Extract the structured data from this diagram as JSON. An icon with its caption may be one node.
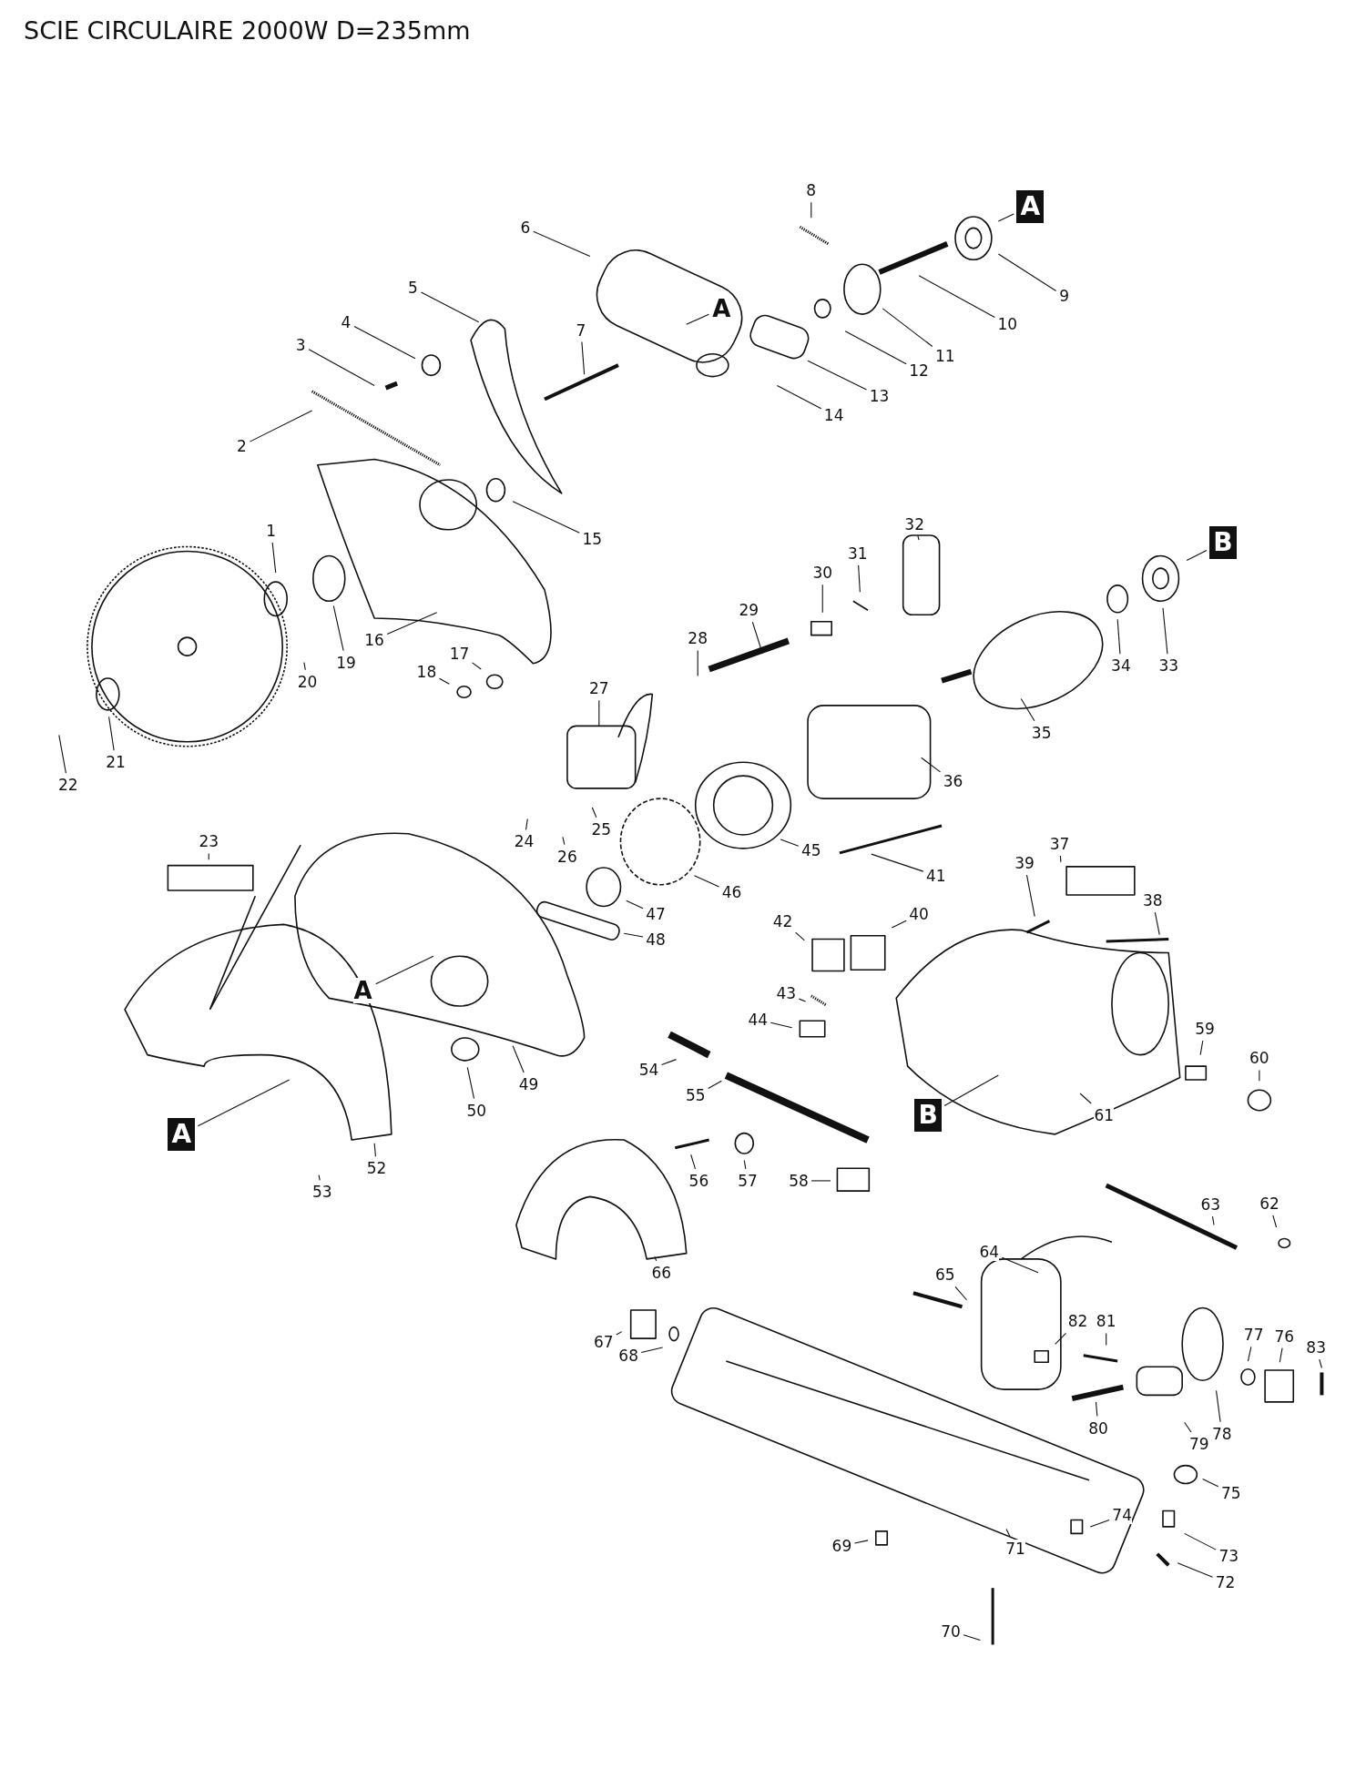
{
  "diagram": {
    "title": "SCIE CIRCULAIRE 2000W D=235mm",
    "nodes": [
      {
        "text": [
          "A"
        ]
      },
      {
        "text": [
          "B"
        ]
      },
      {
        "text": [
          "A"
        ]
      },
      {
        "text": [
          "B"
        ]
      },
      {
        "text": [
          "A"
        ]
      },
      {
        "text": [
          "A"
        ]
      },
      {
        "text": [
          "1"
        ]
      },
      {
        "text": [
          "2"
        ]
      },
      {
        "text": [
          "3"
        ]
      },
      {
        "text": [
          "4"
        ]
      },
      {
        "text": [
          "5"
        ]
      },
      {
        "text": [
          "6"
        ]
      },
      {
        "text": [
          "7"
        ]
      },
      {
        "text": [
          "8"
        ]
      },
      {
        "text": [
          "9"
        ]
      },
      {
        "text": [
          "10"
        ]
      },
      {
        "text": [
          "11"
        ]
      },
      {
        "text": [
          "12"
        ]
      },
      {
        "text": [
          "13"
        ]
      },
      {
        "text": [
          "14"
        ]
      },
      {
        "text": [
          "15"
        ]
      },
      {
        "text": [
          "16"
        ]
      },
      {
        "text": [
          "17"
        ]
      },
      {
        "text": [
          "18"
        ]
      },
      {
        "text": [
          "19"
        ]
      },
      {
        "text": [
          "20"
        ]
      },
      {
        "text": [
          "21"
        ]
      },
      {
        "text": [
          "22"
        ]
      },
      {
        "text": [
          "23"
        ]
      },
      {
        "text": [
          "24"
        ]
      },
      {
        "text": [
          "25"
        ]
      },
      {
        "text": [
          "26"
        ]
      },
      {
        "text": [
          "27"
        ]
      },
      {
        "text": [
          "28"
        ]
      },
      {
        "text": [
          "29"
        ]
      },
      {
        "text": [
          "30"
        ]
      },
      {
        "text": [
          "31"
        ]
      },
      {
        "text": [
          "32"
        ]
      },
      {
        "text": [
          "33"
        ]
      },
      {
        "text": [
          "34"
        ]
      },
      {
        "text": [
          "35"
        ]
      },
      {
        "text": [
          "36"
        ]
      },
      {
        "text": [
          "37"
        ]
      },
      {
        "text": [
          "38"
        ]
      },
      {
        "text": [
          "39"
        ]
      },
      {
        "text": [
          "40"
        ]
      },
      {
        "text": [
          "41"
        ]
      },
      {
        "text": [
          "42"
        ]
      },
      {
        "text": [
          "43"
        ]
      },
      {
        "text": [
          "44"
        ]
      },
      {
        "text": [
          "45"
        ]
      },
      {
        "text": [
          "46"
        ]
      },
      {
        "text": [
          "47"
        ]
      },
      {
        "text": [
          "48"
        ]
      },
      {
        "text": [
          "49"
        ]
      },
      {
        "text": [
          "50"
        ]
      },
      {
        "text": [
          "52"
        ]
      },
      {
        "text": [
          "53"
        ]
      },
      {
        "text": [
          "54"
        ]
      },
      {
        "text": [
          "55"
        ]
      },
      {
        "text": [
          "56"
        ]
      },
      {
        "text": [
          "57"
        ]
      },
      {
        "text": [
          "58"
        ]
      },
      {
        "text": [
          "59"
        ]
      },
      {
        "text": [
          "60"
        ]
      },
      {
        "text": [
          "61"
        ]
      },
      {
        "text": [
          "62"
        ]
      },
      {
        "text": [
          "63"
        ]
      },
      {
        "text": [
          "64"
        ]
      },
      {
        "text": [
          "65"
        ]
      },
      {
        "text": [
          "66"
        ]
      },
      {
        "text": [
          "67"
        ]
      },
      {
        "text": [
          "68"
        ]
      },
      {
        "text": [
          "69"
        ]
      },
      {
        "text": [
          "70"
        ]
      },
      {
        "text": [
          "71"
        ]
      },
      {
        "text": [
          "72"
        ]
      },
      {
        "text": [
          "73"
        ]
      },
      {
        "text": [
          "74"
        ]
      },
      {
        "text": [
          "75"
        ]
      },
      {
        "text": [
          "76"
        ]
      },
      {
        "text": [
          "77"
        ]
      },
      {
        "text": [
          "78"
        ]
      },
      {
        "text": [
          "79"
        ]
      },
      {
        "text": [
          "80"
        ]
      },
      {
        "text": [
          "81"
        ]
      },
      {
        "text": [
          "82"
        ]
      },
      {
        "text": [
          "83"
        ]
      }
    ],
    "edges": [
      {
        "from": 0,
        "to": null,
        "arrow": "none"
      },
      {
        "from": 1,
        "to": null,
        "arrow": "none"
      },
      {
        "from": 2,
        "to": null,
        "arrow": "none"
      },
      {
        "from": 3,
        "to": null,
        "arrow": "none"
      },
      {
        "from": 4,
        "to": null,
        "arrow": "none"
      },
      {
        "from": 5,
        "to": null,
        "arrow": "none"
      },
      {
        "from": 6,
        "to": null,
        "arrow": "none"
      },
      {
        "from": 7,
        "to": null,
        "arrow": "none"
      },
      {
        "from": 8,
        "to": null,
        "arrow": "none"
      },
      {
        "from": 9,
        "to": null,
        "arrow": "none"
      },
      {
        "from": 10,
        "to": null,
        "arrow": "none"
      },
      {
        "from": 11,
        "to": null,
        "arrow": "none"
      },
      {
        "from": 12,
        "to": null,
        "arrow": "none"
      },
      {
        "from": 13,
        "to": null,
        "arrow": "none"
      },
      {
        "from": 14,
        "to": null,
        "arrow": "none"
      },
      {
        "from": 15,
        "to": null,
        "arrow": "none"
      },
      {
        "from": 16,
        "to": null,
        "arrow": "none"
      },
      {
        "from": 17,
        "to": null,
        "arrow": "none"
      },
      {
        "from": 18,
        "to": null,
        "arrow": "none"
      },
      {
        "from": 19,
        "to": null,
        "arrow": "none"
      },
      {
        "from": 20,
        "to": null,
        "arrow": "none"
      },
      {
        "from": 21,
        "to": null,
        "arrow": "none"
      },
      {
        "from": 22,
        "to": null,
        "arrow": "none"
      },
      {
        "from": 23,
        "to": null,
        "arrow": "none"
      },
      {
        "from": 24,
        "to": null,
        "arrow": "none"
      },
      {
        "from": 25,
        "to": null,
        "arrow": "none"
      },
      {
        "from": 26,
        "to": null,
        "arrow": "none"
      },
      {
        "from": 27,
        "to": null,
        "arrow": "none"
      },
      {
        "from": 28,
        "to": null,
        "arrow": "none"
      },
      {
        "from": 29,
        "to": null,
        "arrow": "none"
      },
      {
        "from": 30,
        "to": null,
        "arrow": "none"
      },
      {
        "from": 31,
        "to": null,
        "arrow": "none"
      },
      {
        "from": 32,
        "to": null,
        "arrow": "none"
      },
      {
        "from": 33,
        "to": null,
        "arrow": "none"
      },
      {
        "from": 34,
        "to": null,
        "arrow": "none"
      },
      {
        "from": 35,
        "to": null,
        "arrow": "none"
      },
      {
        "from": 36,
        "to": null,
        "arrow": "none"
      },
      {
        "from": 37,
        "to": null,
        "arrow": "none"
      },
      {
        "from": 38,
        "to": null,
        "arrow": "none"
      },
      {
        "from": 39,
        "to": null,
        "arrow": "none"
      },
      {
        "from": 40,
        "to": null,
        "arrow": "none"
      },
      {
        "from": 41,
        "to": null,
        "arrow": "none"
      },
      {
        "from": 42,
        "to": null,
        "arrow": "none"
      },
      {
        "from": 43,
        "to": null,
        "arrow": "none"
      },
      {
        "from": 44,
        "to": null,
        "arrow": "none"
      },
      {
        "from": 45,
        "to": null,
        "arrow": "none"
      },
      {
        "from": 46,
        "to": null,
        "arrow": "none"
      },
      {
        "from": 47,
        "to": null,
        "arrow": "none"
      },
      {
        "from": 48,
        "to": null,
        "arrow": "none"
      },
      {
        "from": 49,
        "to": null,
        "arrow": "none"
      },
      {
        "from": 50,
        "to": null,
        "arrow": "none"
      },
      {
        "from": 51,
        "to": null,
        "arrow": "none"
      },
      {
        "from": 52,
        "to": null,
        "arrow": "none"
      },
      {
        "from": 53,
        "to": null,
        "arrow": "none"
      },
      {
        "from": 54,
        "to": null,
        "arrow": "none"
      },
      {
        "from": 55,
        "to": null,
        "arrow": "none"
      },
      {
        "from": 56,
        "to": null,
        "arrow": "none"
      },
      {
        "from": 57,
        "to": null,
        "arrow": "none"
      },
      {
        "from": 58,
        "to": null,
        "arrow": "none"
      },
      {
        "from": 59,
        "to": null,
        "arrow": "none"
      },
      {
        "from": 60,
        "to": null,
        "arrow": "none"
      },
      {
        "from": 61,
        "to": null,
        "arrow": "none"
      },
      {
        "from": 62,
        "to": null,
        "arrow": "none"
      },
      {
        "from": 63,
        "to": null,
        "arrow": "none"
      },
      {
        "from": 64,
        "to": null,
        "arrow": "none"
      },
      {
        "from": 65,
        "to": null,
        "arrow": "none"
      },
      {
        "from": 66,
        "to": null,
        "arrow": "none"
      },
      {
        "from": 67,
        "to": null,
        "arrow": "none"
      },
      {
        "from": 68,
        "to": null,
        "arrow": "none"
      },
      {
        "from": 69,
        "to": null,
        "arrow": "none"
      },
      {
        "from": 70,
        "to": null,
        "arrow": "none"
      },
      {
        "from": 71,
        "to": null,
        "arrow": "none"
      },
      {
        "from": 72,
        "to": null,
        "arrow": "none"
      },
      {
        "from": 73,
        "to": null,
        "arrow": "none"
      },
      {
        "from": 74,
        "to": null,
        "arrow": "none"
      },
      {
        "from": 75,
        "to": null,
        "arrow": "none"
      },
      {
        "from": 76,
        "to": null,
        "arrow": "none"
      },
      {
        "from": 77,
        "to": null,
        "arrow": "none"
      },
      {
        "from": 78,
        "to": null,
        "arrow": "none"
      },
      {
        "from": 79,
        "to": null,
        "arrow": "none"
      },
      {
        "from": 80,
        "to": null,
        "arrow": "none"
      },
      {
        "from": 81,
        "to": null,
        "arrow": "none"
      },
      {
        "from": 82,
        "to": null,
        "arrow": "none"
      },
      {
        "from": 83,
        "to": null,
        "arrow": "none"
      },
      {
        "from": 84,
        "to": null,
        "arrow": "none"
      },
      {
        "from": 85,
        "to": null,
        "arrow": "none"
      },
      {
        "from": 86,
        "to": null,
        "arrow": "none"
      },
      {
        "from": 87,
        "to": null,
        "arrow": "none"
      }
    ]
  }
}
